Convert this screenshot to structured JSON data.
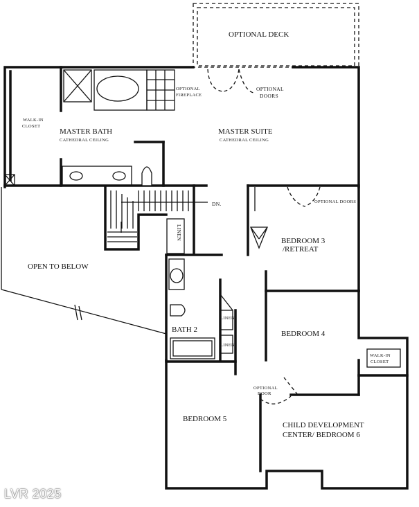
{
  "rooms": {
    "optional_deck": "OPTIONAL  DECK",
    "optional_fireplace_1": "OPTIONAL",
    "optional_fireplace_2": "FIREPLACE",
    "optional_doors_1": "OPTIONAL",
    "optional_doors_2": "DOORS",
    "walk_in_closet_1": "WALK-IN",
    "walk_in_closet_2": "CLOSET",
    "master_bath": "MASTER BATH",
    "master_bath_ceiling": "CATHEDRAL CEILING",
    "master_suite": "MASTER SUITE",
    "master_suite_ceiling": "CATHEDRAL CEILING",
    "optional_doors_b3": "OPTIONAL DOORS",
    "dn": "DN.",
    "linen_1": "LINEN",
    "bedroom_3_line1": "BEDROOM 3",
    "bedroom_3_line2": "/RETREAT",
    "open_to_below": "OPEN TO BELOW",
    "linen_2": "LINEN",
    "bath_2": "BATH 2",
    "linen_3": "LINEN",
    "bedroom_4": "BEDROOM 4",
    "walk_in_closet_b4_1": "WALK-IN",
    "walk_in_closet_b4_2": "CLOSET",
    "optional_door_1": "OPTIONAL",
    "optional_door_2": "DOOR",
    "bedroom_5": "BEDROOM 5",
    "child_dev_line1": "CHILD DEVELOPMENT",
    "child_dev_line2": "CENTER/ BEDROOM 6"
  },
  "watermark": "LVR 2025"
}
